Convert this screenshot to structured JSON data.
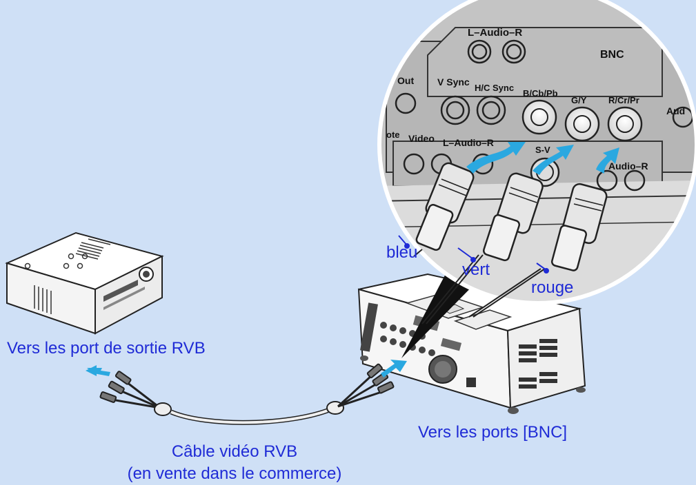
{
  "colors": {
    "background": "#cfe0f6",
    "label_text": "#1f2bd6",
    "arrow": "#2aa8e0",
    "device_body": "#ffffff",
    "outline": "#222222",
    "panel": "#bdbdbd"
  },
  "magnified_panel": {
    "section_label": "BNC",
    "port_labels": {
      "audio_top": "L–Audio–R",
      "out": "Out",
      "v_sync": "V Sync",
      "hc_sync": "H/C Sync",
      "b_cb_pb": "B/Cb/Pb",
      "g_y": "G/Y",
      "r_cr_pr": "R/Cr/Pr",
      "video": "Video",
      "audio_bottom": "L–Audio–R",
      "s_video": "S-V",
      "audio_right": "Audio–R",
      "remote": "ote",
      "aud": "Aud"
    }
  },
  "cable_labels": {
    "blue": "bleu",
    "green": "vert",
    "red": "rouge"
  },
  "captions": {
    "source_port": "Vers les port de sortie RVB",
    "projector_port": "Vers les ports [BNC]",
    "cable_line1": "Câble vidéo RVB",
    "cable_line2": "(en vente dans le commerce)"
  },
  "icons": {
    "source_device": "computer-icon",
    "target_device": "projector-icon",
    "cable": "rgb-bnc-cable-icon",
    "arrow": "arrow-icon"
  }
}
